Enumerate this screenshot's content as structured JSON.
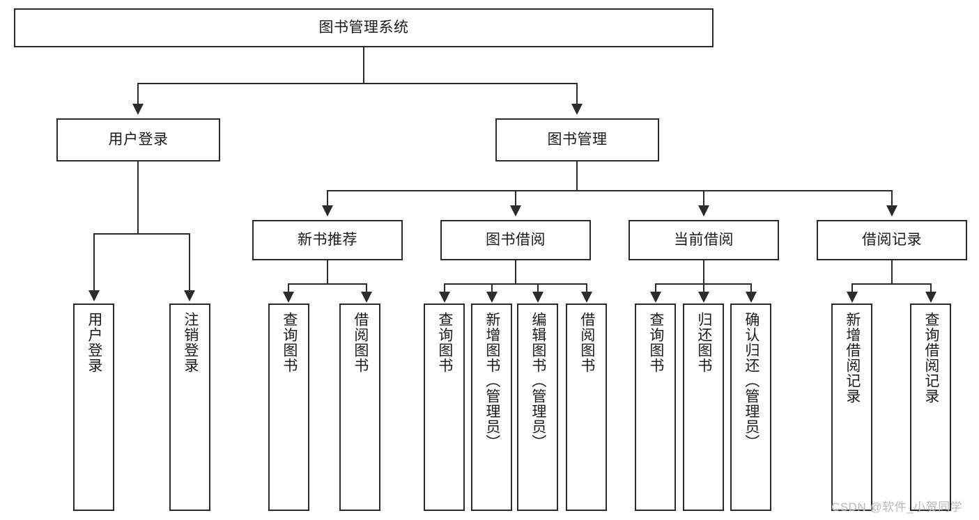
{
  "diagram": {
    "type": "tree-hierarchy-chart",
    "root": {
      "label": "图书管理系统"
    },
    "level2": [
      {
        "id": "user-login",
        "label": "用户登录"
      },
      {
        "id": "book-management",
        "label": "图书管理"
      }
    ],
    "level3": [
      {
        "id": "new-book-recommend",
        "label": "新书推荐",
        "parent": "book-management"
      },
      {
        "id": "book-borrow",
        "label": "图书借阅",
        "parent": "book-management"
      },
      {
        "id": "current-borrow",
        "label": "当前借阅",
        "parent": "book-management"
      },
      {
        "id": "borrow-record",
        "label": "借阅记录",
        "parent": "book-management"
      }
    ],
    "leaves": [
      {
        "id": "leaf-user-login",
        "label": "用户登录",
        "parent": "user-login"
      },
      {
        "id": "leaf-logout-login",
        "label": "注销登录",
        "parent": "user-login"
      },
      {
        "id": "leaf-query-book-1",
        "label": "查询图书",
        "parent": "new-book-recommend"
      },
      {
        "id": "leaf-borrow-book-1",
        "label": "借阅图书",
        "parent": "new-book-recommend"
      },
      {
        "id": "leaf-query-book-2",
        "label": "查询图书",
        "parent": "book-borrow"
      },
      {
        "id": "leaf-add-book",
        "label": "新增图书（管理员）",
        "parent": "book-borrow"
      },
      {
        "id": "leaf-edit-book",
        "label": "编辑图书（管理员）",
        "parent": "book-borrow"
      },
      {
        "id": "leaf-borrow-book-2",
        "label": "借阅图书",
        "parent": "book-borrow"
      },
      {
        "id": "leaf-query-book-3",
        "label": "查询图书",
        "parent": "current-borrow"
      },
      {
        "id": "leaf-return-book",
        "label": "归还图书",
        "parent": "current-borrow"
      },
      {
        "id": "leaf-confirm-return",
        "label": "确认归还（管理员）",
        "parent": "current-borrow"
      },
      {
        "id": "leaf-add-borrow-record",
        "label": "新增借阅记录",
        "parent": "borrow-record"
      },
      {
        "id": "leaf-query-borrow-record",
        "label": "查询借阅记录",
        "parent": "borrow-record"
      }
    ],
    "colors": {
      "stroke": "#2b2b2b",
      "fill": "#ffffff",
      "text": "#1a1a1a",
      "watermark": "#b9b9b9"
    }
  },
  "watermark": {
    "text": "CSDN @软件_小贺同学"
  }
}
